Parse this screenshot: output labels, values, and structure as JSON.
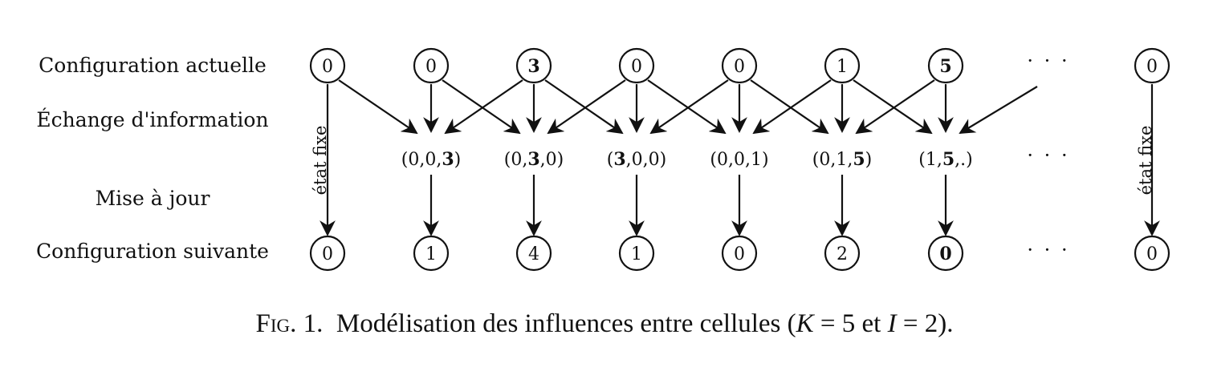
{
  "row_labels": {
    "current": "Configuration actuelle",
    "exchange": "Échange d'information",
    "update": "Mise à jour",
    "next": "Configuration suivante"
  },
  "current_cells": [
    {
      "value": "0",
      "bold": false
    },
    {
      "value": "0",
      "bold": false
    },
    {
      "value": "3",
      "bold": true
    },
    {
      "value": "0",
      "bold": false
    },
    {
      "value": "0",
      "bold": false
    },
    {
      "value": "1",
      "bold": false
    },
    {
      "value": "5",
      "bold": true
    }
  ],
  "last_current_cell": {
    "value": "0",
    "bold": false
  },
  "tuples": [
    [
      {
        "t": "(0,0,",
        "b": false
      },
      {
        "t": "3",
        "b": true
      },
      {
        "t": ")",
        "b": false
      }
    ],
    [
      {
        "t": "(0,",
        "b": false
      },
      {
        "t": "3",
        "b": true
      },
      {
        "t": ",0)",
        "b": false
      }
    ],
    [
      {
        "t": "(",
        "b": false
      },
      {
        "t": "3",
        "b": true
      },
      {
        "t": ",0,0)",
        "b": false
      }
    ],
    [
      {
        "t": "(0,0,1)",
        "b": false
      }
    ],
    [
      {
        "t": "(0,1,",
        "b": false
      },
      {
        "t": "5",
        "b": true
      },
      {
        "t": ")",
        "b": false
      }
    ],
    [
      {
        "t": "(1,",
        "b": false
      },
      {
        "t": "5",
        "b": true
      },
      {
        "t": ",.)",
        "b": false
      }
    ]
  ],
  "next_cells": [
    {
      "value": "0",
      "bold": false
    },
    {
      "value": "1",
      "bold": false
    },
    {
      "value": "4",
      "bold": false
    },
    {
      "value": "1",
      "bold": false
    },
    {
      "value": "0",
      "bold": false
    },
    {
      "value": "2",
      "bold": false
    },
    {
      "value": "0",
      "bold": true
    }
  ],
  "last_next_cell": {
    "value": "0",
    "bold": false
  },
  "ellipsis": "· · ·",
  "fixed_state_label": "état fixe",
  "caption": {
    "fig_tag": "Fig. 1.",
    "text": "Modélisation des influences entre cellules (",
    "k_symbol": "K",
    "k_eq": " = 5 et ",
    "i_symbol": "I",
    "i_eq": " = 2)."
  }
}
